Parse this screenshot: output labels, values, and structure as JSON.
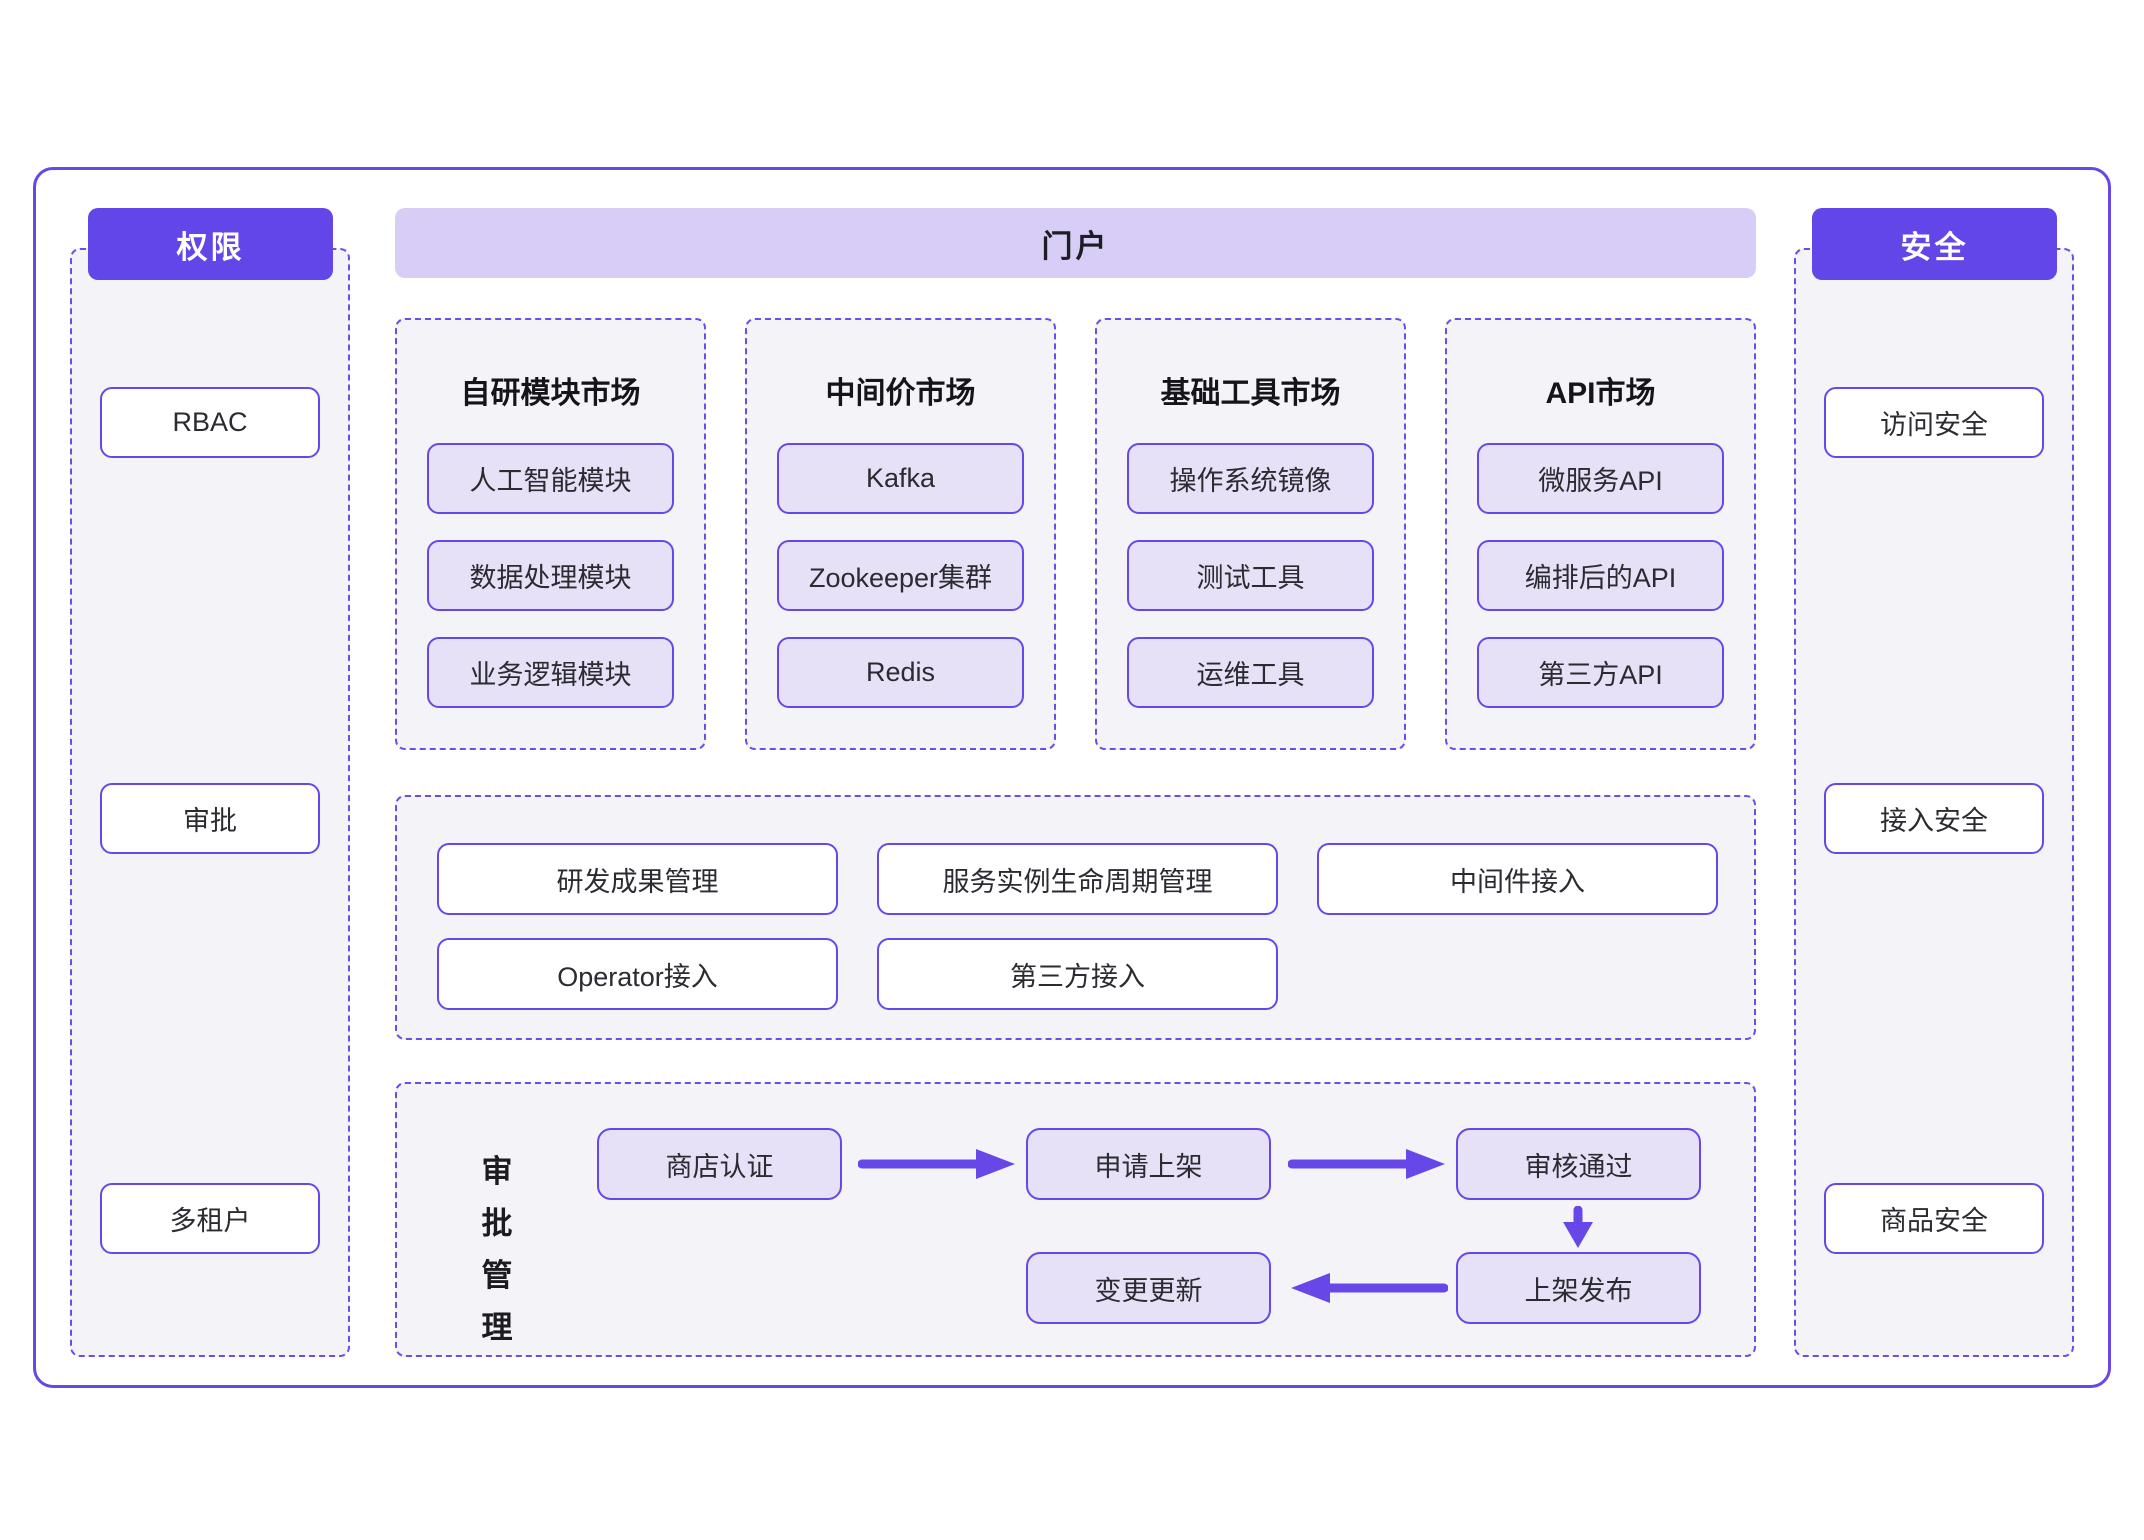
{
  "colors": {
    "accent_purple": "#6246e8",
    "border_purple": "#6847e8",
    "portal_header_bg": "#d8cdf6",
    "item_fill": "#e7e1f7",
    "panel_bg": "#f4f4f8",
    "text_dark": "#1d1d24"
  },
  "permissions_panel": {
    "title": "权限",
    "items": [
      "RBAC",
      "审批",
      "多租户"
    ]
  },
  "security_panel": {
    "title": "安全",
    "items": [
      "访问安全",
      "接入安全",
      "商品安全"
    ]
  },
  "portal": {
    "title": "门户",
    "markets": [
      {
        "title": "自研模块市场",
        "items": [
          "人工智能模块",
          "数据处理模块",
          "业务逻辑模块"
        ]
      },
      {
        "title": "中间价市场",
        "items": [
          "Kafka",
          "Zookeeper集群",
          "Redis"
        ]
      },
      {
        "title": "基础工具市场",
        "items": [
          "操作系统镜像",
          "测试工具",
          "运维工具"
        ]
      },
      {
        "title": "API市场",
        "items": [
          "微服务API",
          "编排后的API",
          "第三方API"
        ]
      }
    ],
    "management": {
      "row1": [
        "研发成果管理",
        "服务实例生命周期管理",
        "中间件接入"
      ],
      "row2": [
        "Operator接入",
        "第三方接入"
      ]
    },
    "approval": {
      "label": "审批管理",
      "steps": [
        "商店认证",
        "申请上架",
        "审核通过",
        "上架发布",
        "变更更新"
      ]
    }
  }
}
